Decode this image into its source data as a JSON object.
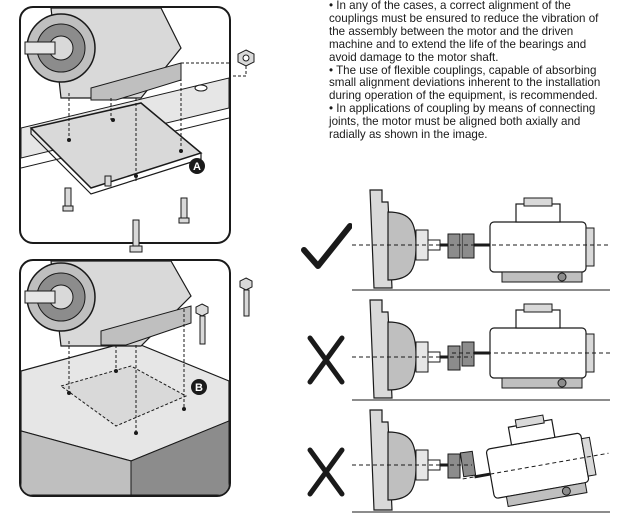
{
  "instructions": {
    "items": [
      "• In any of the cases, a correct alignment of the couplings must be ensured to reduce the vibration of the assembly between the motor and the driven machine and to extend the life of the bearings and avoid damage to the motor shaft.",
      "• The use of flexible couplings, capable of absorbing small alignment deviations inherent to the installation during operation of the equipment, is recommended.",
      "• In applications of coupling by means of connecting joints, the motor must be aligned both axially and radially as shown in the image."
    ]
  },
  "panels": {
    "a": {
      "label": "A"
    },
    "b": {
      "label": "B"
    }
  },
  "alignment_rows": [
    {
      "status": "correct",
      "mark_icon": "checkmark-icon"
    },
    {
      "status": "incorrect",
      "mark_icon": "cross-icon"
    },
    {
      "status": "incorrect",
      "mark_icon": "cross-icon"
    }
  ],
  "colors": {
    "line": "#1a1a1a",
    "fill_light": "#d9d9d9",
    "fill_mid": "#bfbfbf",
    "fill_dark": "#8c8c8c"
  }
}
